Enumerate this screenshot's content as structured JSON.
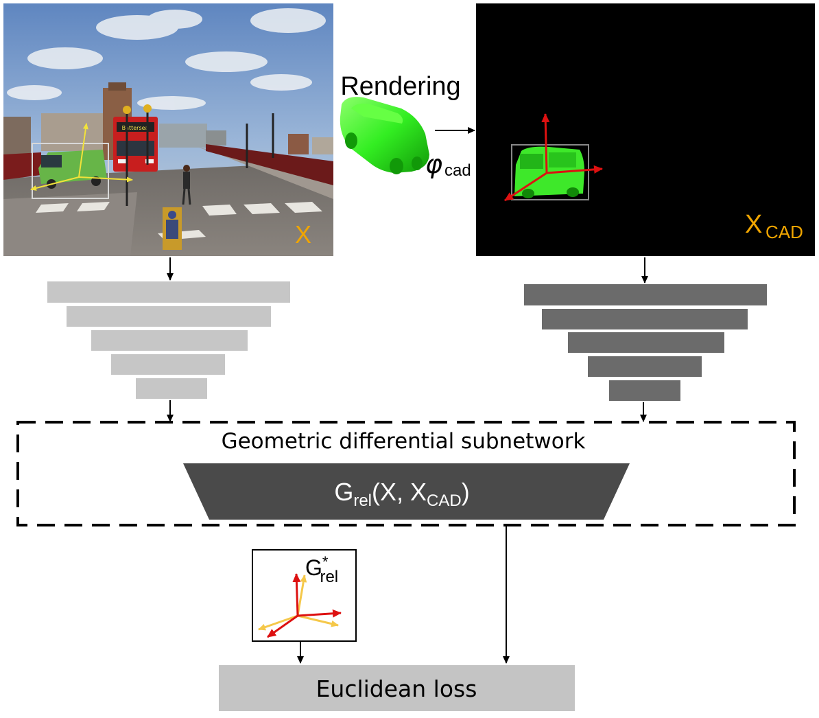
{
  "photo": {
    "label": "X",
    "bus_sign": "Battersea"
  },
  "render_panel": {
    "label_main": "X",
    "label_sub": "CAD"
  },
  "rendering": {
    "label": "Rendering",
    "param_symbol": "φ",
    "param_sub": "cad"
  },
  "subnetwork": {
    "title": "Geometric differential subnetwork",
    "func_main": "G",
    "func_sub": "rel",
    "func_args_open": "(X, X",
    "func_args_sub": "CAD",
    "func_args_close": ")"
  },
  "gt_box": {
    "label_main": "G",
    "label_sup": "*",
    "label_sub": "rel"
  },
  "loss": {
    "label": "Euclidean loss"
  },
  "colors": {
    "label_orange": "#F0A500",
    "encoder_left": "#c6c6c6",
    "encoder_right": "#6b6b6b",
    "subnet_trapezoid": "#4a4a4a",
    "loss_box": "#c4c4c4",
    "car_green": "#33ee22",
    "axis_red": "#dd1111",
    "axis_yellow": "#f5c84a"
  }
}
